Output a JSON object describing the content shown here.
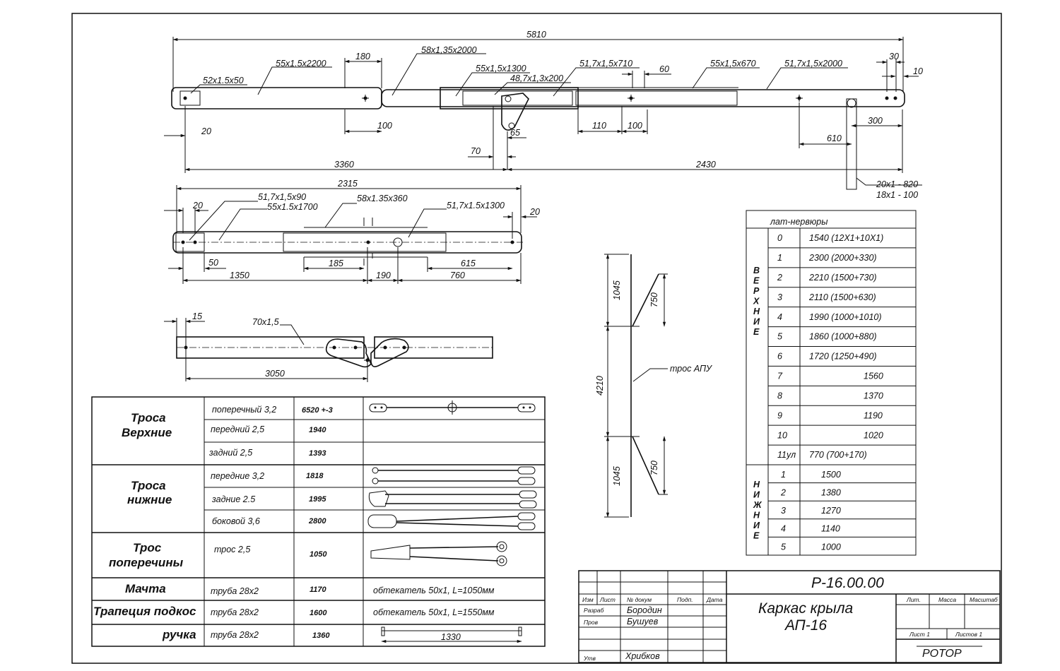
{
  "top_view": {
    "dims": [
      "5810",
      "180",
      "100",
      "20",
      "3360",
      "2430",
      "65",
      "70",
      "60",
      "110",
      "100",
      "30",
      "10",
      "300",
      "610"
    ],
    "callouts": [
      "58x1,35x2000",
      "55x1.5x2200",
      "52x1.5x50",
      "55x1,5x1300",
      "48,7x1,3x200",
      "51,7x1,5x710",
      "55x1,5x670",
      "51,7x1,5x2000",
      "20x1 - 820",
      "18x1 - 100"
    ]
  },
  "mid_view": {
    "dims": [
      "2315",
      "20",
      "20",
      "50",
      "1350",
      "185",
      "190",
      "615",
      "760"
    ],
    "callouts": [
      "51,7x1,5x90",
      "55x1.5x1700",
      "58x1.35x360",
      "51,7x1.5x1300"
    ]
  },
  "keel_view": {
    "dims": [
      "15",
      "3050"
    ],
    "callouts": [
      "70x1,5"
    ]
  },
  "mast_view": {
    "dims": [
      "1045",
      "750",
      "4210",
      "1045",
      "750"
    ],
    "label": "трос АПУ"
  },
  "battens": {
    "header": "лат-нервюры",
    "upper_label": [
      "В",
      "Е",
      "Р",
      "Х",
      "Н",
      "И",
      "Е"
    ],
    "lower_label": [
      "Н",
      "И",
      "Ж",
      "Н",
      "И",
      "Е"
    ],
    "upper": [
      {
        "n": "0",
        "v": "1540  (12Х1+10Х1)"
      },
      {
        "n": "1",
        "v": "2300  (2000+330)"
      },
      {
        "n": "2",
        "v": "2210  (1500+730)"
      },
      {
        "n": "3",
        "v": "2110  (1500+630)"
      },
      {
        "n": "4",
        "v": "1990  (1000+1010)"
      },
      {
        "n": "5",
        "v": "1860  (1000+880)"
      },
      {
        "n": "6",
        "v": "1720  (1250+490)"
      },
      {
        "n": "7",
        "v": "1560"
      },
      {
        "n": "8",
        "v": "1370"
      },
      {
        "n": "9",
        "v": "1190"
      },
      {
        "n": "10",
        "v": "1020"
      },
      {
        "n": "11ул",
        "v": "770  (700+170)"
      }
    ],
    "lower": [
      {
        "n": "1",
        "v": "1500"
      },
      {
        "n": "2",
        "v": "1380"
      },
      {
        "n": "3",
        "v": "1270"
      },
      {
        "n": "4",
        "v": "1140"
      },
      {
        "n": "5",
        "v": "1000"
      }
    ]
  },
  "cables": {
    "groups": [
      {
        "title": [
          "Троса",
          "Верхние"
        ],
        "rows": [
          [
            "поперечный 3,2",
            "6520 +-3"
          ],
          [
            "передний 2,5",
            "1940"
          ],
          [
            "задний 2,5",
            "1393"
          ]
        ]
      },
      {
        "title": [
          "Троса",
          "нижние"
        ],
        "rows": [
          [
            "передние  3,2",
            "1818"
          ],
          [
            "задние  2.5",
            "1995"
          ],
          [
            "боковой  3,6",
            "2800"
          ]
        ]
      },
      {
        "title": [
          "Трос",
          "поперечины"
        ],
        "rows": [
          [
            "трос  2,5",
            "1050"
          ]
        ]
      },
      {
        "title": [
          "Мачта"
        ],
        "rows": [
          [
            "труба 28х2",
            "1170",
            "обтекатель  50х1, L=1050мм"
          ]
        ]
      },
      {
        "title": [
          "Трапеция подкос"
        ],
        "rows": [
          [
            "труба 28х2",
            "1600",
            "обтекатель  50х1, L=1550мм"
          ]
        ]
      },
      {
        "title": [
          "ручка"
        ],
        "rows": [
          [
            "труба 28х2",
            "1360"
          ]
        ]
      }
    ],
    "handle_dim": "1330"
  },
  "title_block": {
    "code": "Р-16.00.00",
    "name_line1": "Каркас крыла",
    "name_line2": "АП-16",
    "col_heads": [
      "Изм",
      "Лист",
      "№ докум",
      "Подп.",
      "Дата"
    ],
    "roles": [
      "Разраб",
      "Пров",
      "Утв"
    ],
    "people": [
      "Бородин",
      "Бушуев",
      "Хрибков"
    ],
    "right_heads": [
      "Лит.",
      "Масса",
      "Масштаб"
    ],
    "sheet": "Лист 1",
    "sheets": "Листов 1",
    "org": "РОТОР"
  }
}
